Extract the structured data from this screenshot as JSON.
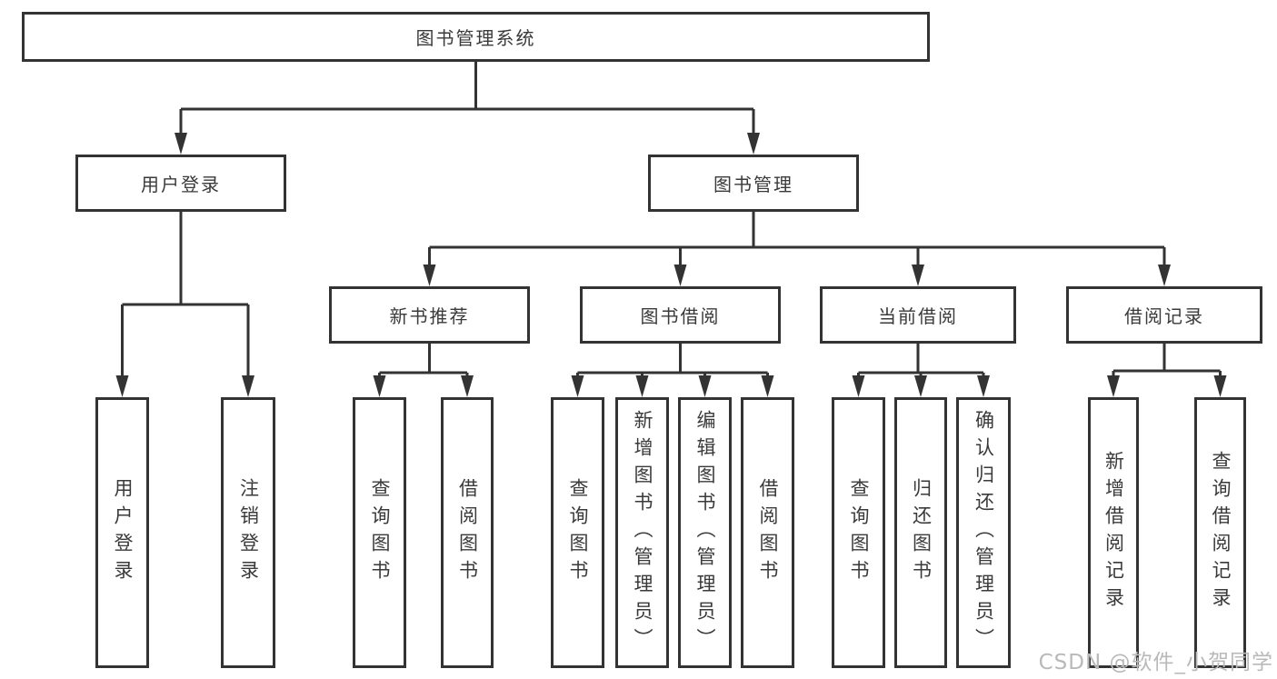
{
  "watermark": "CSDN @软件_小贺同学",
  "colors": {
    "line": "#333333",
    "text": "#3a3a3a",
    "box_background": "#ffffff",
    "watermark": "#b9b9b9"
  },
  "tree": {
    "label": "图书管理系统",
    "children": [
      {
        "label": "用户登录",
        "children": [
          {
            "label": "用户登录"
          },
          {
            "label": "注销登录"
          }
        ]
      },
      {
        "label": "图书管理",
        "children": [
          {
            "label": "新书推荐",
            "children": [
              {
                "label": "查询图书"
              },
              {
                "label": "借阅图书"
              }
            ]
          },
          {
            "label": "图书借阅",
            "children": [
              {
                "label": "查询图书"
              },
              {
                "label": "新增图书（管理员）"
              },
              {
                "label": "编辑图书（管理员）"
              },
              {
                "label": "借阅图书"
              }
            ]
          },
          {
            "label": "当前借阅",
            "children": [
              {
                "label": "查询图书"
              },
              {
                "label": "归还图书"
              },
              {
                "label": "确认归还（管理员）"
              }
            ]
          },
          {
            "label": "借阅记录",
            "children": [
              {
                "label": "新增借阅记录"
              },
              {
                "label": "查询借阅记录"
              }
            ]
          }
        ]
      }
    ]
  }
}
